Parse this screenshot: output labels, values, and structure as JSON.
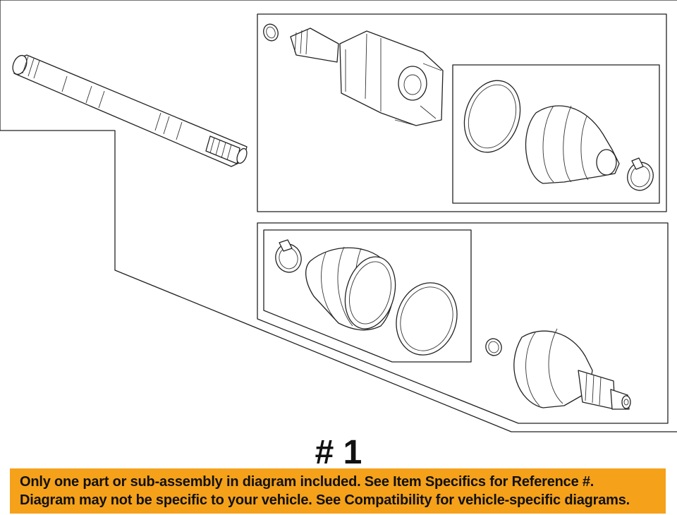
{
  "reference": {
    "label": "# 1"
  },
  "notice": {
    "line1": "Only one part or sub-assembly in diagram included. See Item Specifics for Reference #.",
    "line2": "Diagram may not be specific to your vehicle. See Compatibility for vehicle-specific diagrams."
  },
  "colors": {
    "banner_background": "#f5a11a",
    "line": "#222222",
    "background": "#ffffff"
  }
}
